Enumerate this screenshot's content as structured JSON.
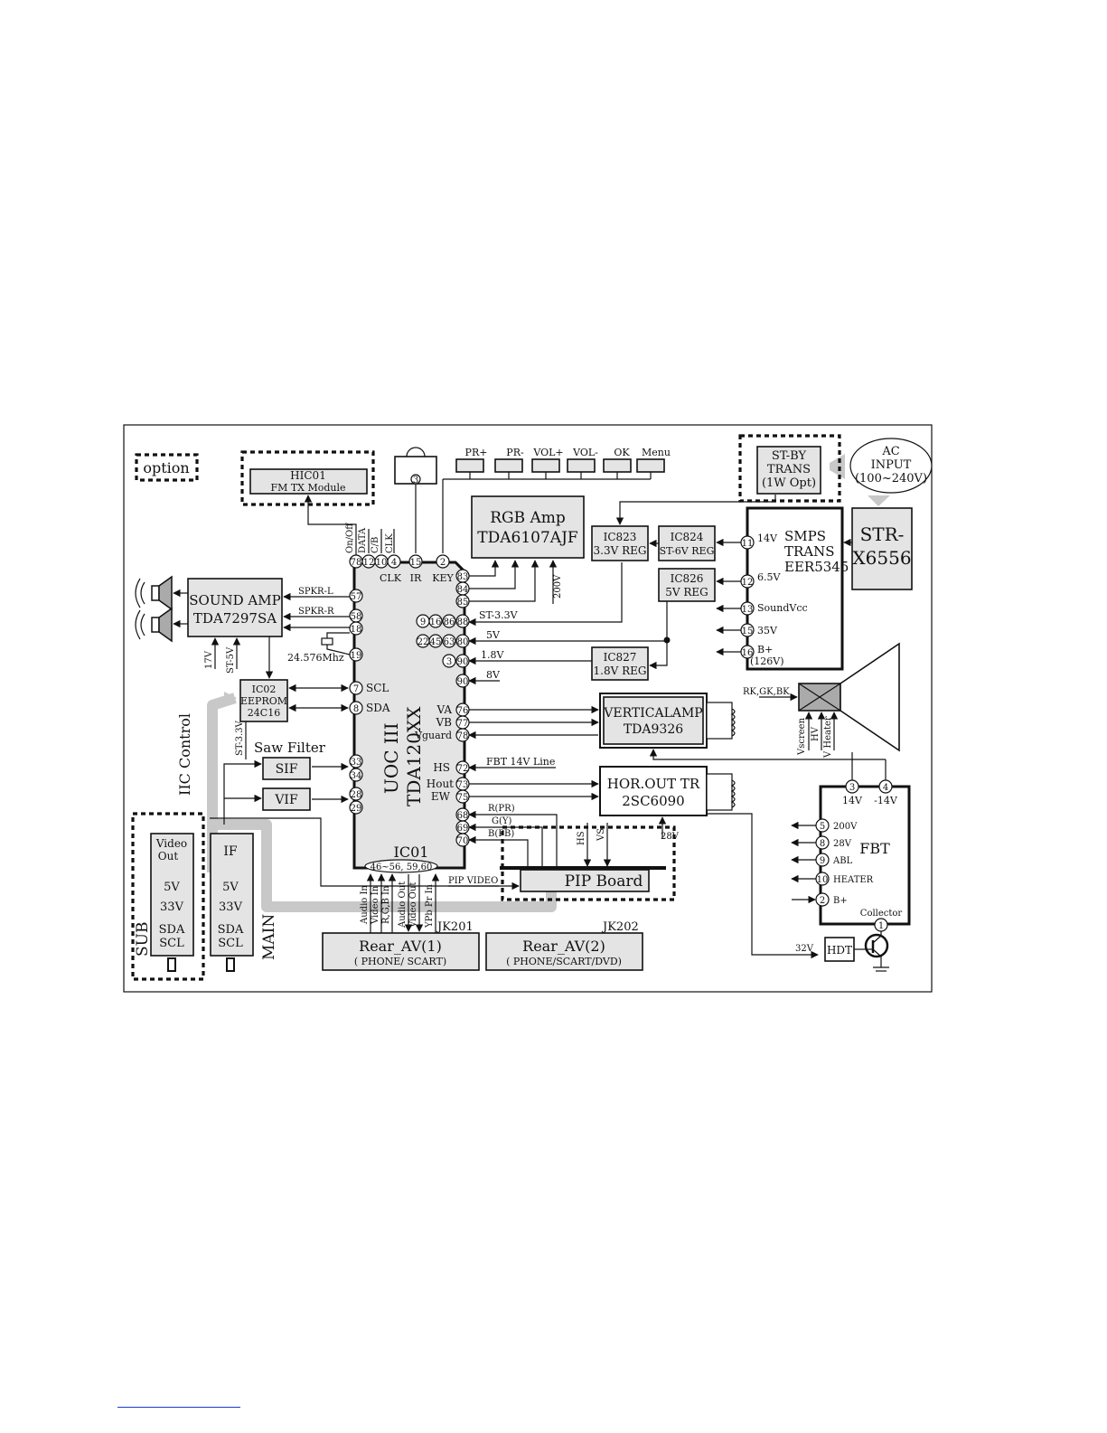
{
  "legend": {
    "option": "option"
  },
  "hic01": {
    "l1": "HIC01",
    "l2": "FM TX Module"
  },
  "uoc": {
    "l1": "UOC III",
    "l2": "TDA120XX",
    "name": "IC01",
    "bottom_pins": "46~56, 59,60"
  },
  "top_pins": [
    {
      "num": "78",
      "label": "On/Off"
    },
    {
      "num": "12",
      "label": "DATA"
    },
    {
      "num": "10",
      "label": "C/B"
    },
    {
      "num": "4",
      "label": "CLK"
    },
    {
      "num": "15",
      "label": ""
    },
    {
      "num": "2",
      "label": ""
    }
  ],
  "top_labels": {
    "clk": "CLK",
    "ir": "IR",
    "key": "KEY"
  },
  "ir_pin": "3",
  "keys": [
    "PR+",
    "PR-",
    "VOL+",
    "VOL-",
    "OK",
    "Menu"
  ],
  "rgb": {
    "l1": "RGB Amp",
    "l2": "TDA6107AJF",
    "v200": "200V"
  },
  "right_pins_rgb": [
    "83",
    "84",
    "85"
  ],
  "row_88": {
    "pins": [
      "9",
      "16",
      "86",
      "88"
    ],
    "label": "ST-3.3V"
  },
  "row_80": {
    "pins": [
      "22",
      "45",
      "63",
      "80"
    ],
    "label": "5V"
  },
  "row_90a": {
    "pins": [
      "3",
      "90"
    ],
    "label": "1.8V"
  },
  "row_90b": {
    "pin": "90",
    "label": "8V"
  },
  "ic823": {
    "l1": "IC823",
    "l2": "3.3V REG"
  },
  "ic824": {
    "l1": "IC824",
    "l2": "ST-6V REG"
  },
  "ic826": {
    "l1": "IC826",
    "l2": "5V REG"
  },
  "ic827": {
    "l1": "IC827",
    "l2": "1.8V REG"
  },
  "stby": {
    "l1": "ST-BY",
    "l2": "TRANS",
    "l3": "(1W Opt)"
  },
  "ac": {
    "l1": "AC",
    "l2": "INPUT",
    "l3": "(100~240V)"
  },
  "str": {
    "l1": "STR-",
    "l2": "X6556"
  },
  "smps": {
    "l1": "SMPS",
    "l2": "TRANS",
    "l3": "EER5345",
    "pins": [
      {
        "num": "11",
        "label": "14V"
      },
      {
        "num": "12",
        "label": "6.5V"
      },
      {
        "num": "13",
        "label": "SoundVcc"
      },
      {
        "num": "15",
        "label": "35V"
      },
      {
        "num": "16",
        "label": "B+"
      }
    ],
    "bplus_note": "(126V)"
  },
  "sound": {
    "l1": "SOUND AMP",
    "l2": "TDA7297SA",
    "spkr_l": "SPKR-L",
    "spkr_r": "SPKR-R",
    "v17": "17V",
    "st5": "ST-5V"
  },
  "left_pins": [
    {
      "num": "57"
    },
    {
      "num": "58"
    },
    {
      "num": "18"
    },
    {
      "num": "19"
    }
  ],
  "crystal": "24.576Mhz",
  "ic02": {
    "l1": "IC02",
    "l2": "EEPROM",
    "l3": "24C16",
    "st33": "ST-3.3V"
  },
  "i2c_pins": [
    {
      "num": "7",
      "label": "SCL"
    },
    {
      "num": "8",
      "label": "SDA"
    }
  ],
  "iic_label": "IIC Control",
  "saw": {
    "title": "Saw Filter",
    "sif": "SIF",
    "vif": "VIF"
  },
  "saw_pins": [
    "33",
    "34",
    "28",
    "29"
  ],
  "vert_pins": [
    {
      "num": "76",
      "label": "VA"
    },
    {
      "num": "77",
      "label": "VB"
    },
    {
      "num": "78",
      "label": "Vguard"
    }
  ],
  "vertamp": {
    "l1": "VERTICALAMP",
    "l2": "TDA9326"
  },
  "crt": {
    "rgb": "RK,GK,BK",
    "vscreen": "Vscreen",
    "hv": "HV",
    "vheater": "V Heater"
  },
  "hor_pins": [
    {
      "num": "72",
      "label": "HS"
    },
    {
      "num": "73",
      "label": "Hout"
    },
    {
      "num": "75",
      "label": "EW"
    }
  ],
  "fbt_line": "FBT  14V Line",
  "hor": {
    "l1": "HOR.OUT TR",
    "l2": "2SC6090",
    "v28": "28V"
  },
  "pip_pins": [
    {
      "num": "68",
      "label": "R(PR)"
    },
    {
      "num": "69",
      "label": "G(Y)"
    },
    {
      "num": "70",
      "label": "B(PB)"
    }
  ],
  "pip": {
    "label": "PIP Board",
    "video": "PIP VIDEO",
    "hs": "HS",
    "vs": "VS"
  },
  "fbt": {
    "title": "FBT",
    "top": [
      {
        "num": "3",
        "label": "14V"
      },
      {
        "num": "4",
        "label": "-14V"
      }
    ],
    "pins": [
      {
        "num": "5",
        "label": "200V"
      },
      {
        "num": "8",
        "label": "28V"
      },
      {
        "num": "9",
        "label": "ABL"
      },
      {
        "num": "10",
        "label": "HEATER"
      },
      {
        "num": "2",
        "label": "B+"
      }
    ],
    "collector_pin": "1",
    "collector": "Collector"
  },
  "hdt": {
    "label": "HDT",
    "v32": "32V"
  },
  "bottom_sig": [
    "Audio In",
    "Video In",
    "R,G,B In",
    "Audio Out",
    "Video Out",
    "YPb Pr In"
  ],
  "jk201": {
    "name": "JK201",
    "l1": "Rear_AV(1)",
    "l2": "( PHONE/ SCART)"
  },
  "jk202": {
    "name": "JK202",
    "l1": "Rear_AV(2)",
    "l2": "( PHONE/SCART/DVD)"
  },
  "sub_tuner": {
    "l1": "Video",
    "l2": "Out",
    "v5": "5V",
    "v33": "33V",
    "sda": "SDA",
    "scl": "SCL",
    "name": "SUB"
  },
  "main_tuner": {
    "l1": "IF",
    "v5": "5V",
    "v33": "33V",
    "sda": "SDA",
    "scl": "SCL",
    "name": "MAIN"
  }
}
